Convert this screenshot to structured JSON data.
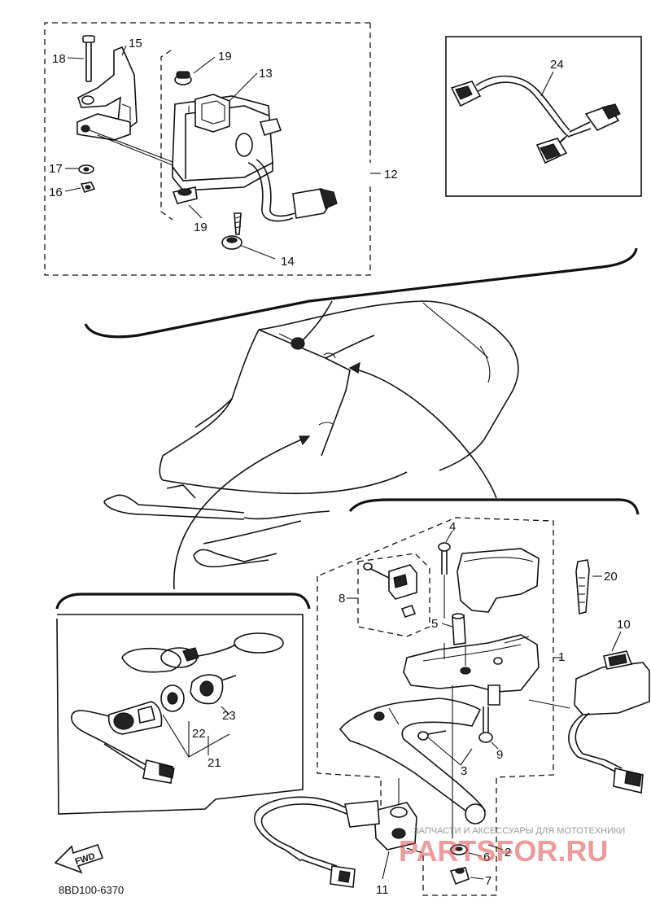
{
  "callouts": {
    "n1": "1",
    "n2": "2",
    "n3": "3",
    "n4": "4",
    "n5": "5",
    "n6": "6",
    "n7": "7",
    "n8": "8",
    "n9": "9",
    "n10": "10",
    "n11": "11",
    "n12": "12",
    "n13": "13",
    "n14": "14",
    "n15": "15",
    "n16": "16",
    "n17": "17",
    "n18": "18",
    "n19a": "19",
    "n19b": "19",
    "n20": "20",
    "n21": "21",
    "n22": "22",
    "n23": "23",
    "n24": "24"
  },
  "fwd_label": "FWD",
  "diagram_code": "8BD100-6370",
  "watermark": {
    "line1": "ЗАПЧАСТИ И АКСЕССУАРЫ ДЛЯ МОТОТЕХНИКИ",
    "line2": "PARTSFOR.RU"
  }
}
